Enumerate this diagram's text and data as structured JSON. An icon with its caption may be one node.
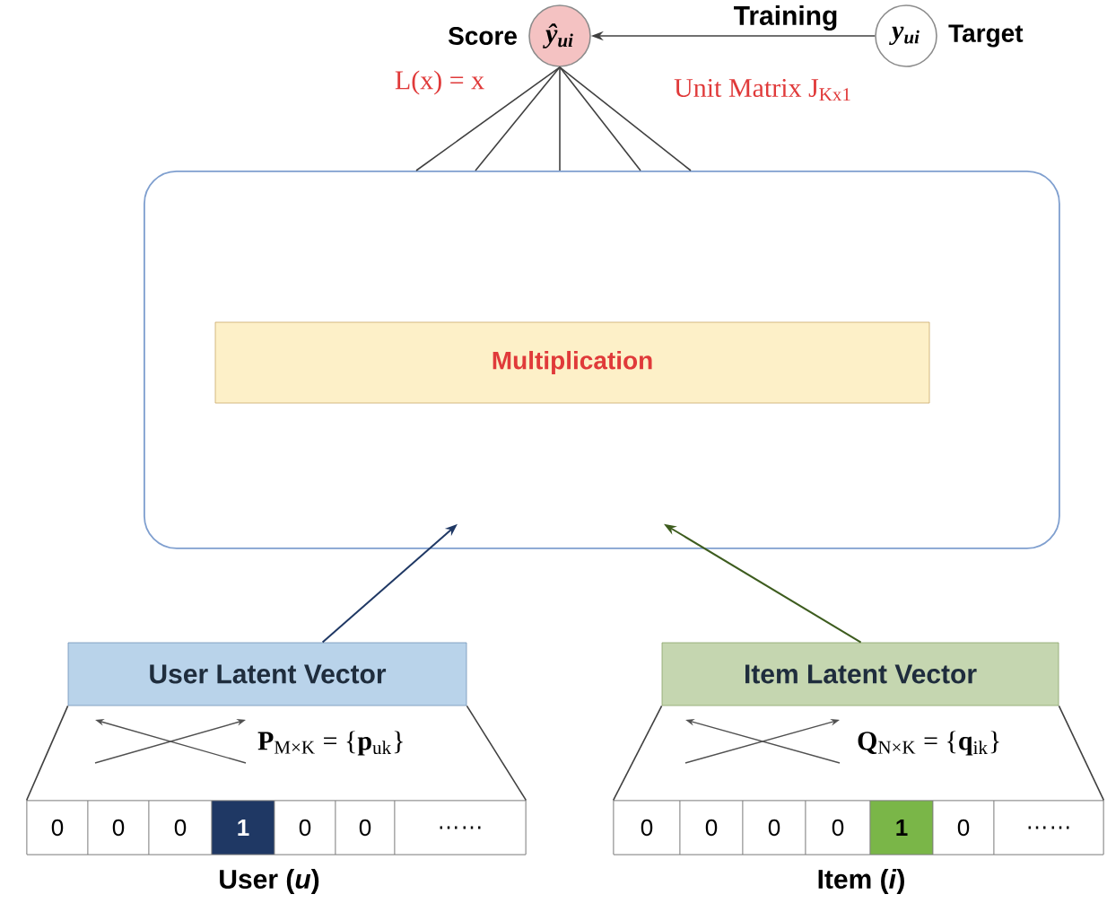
{
  "diagram": {
    "nodes": [
      {
        "text": [
          "ŷ$_{ui}$"
        ],
        "beside": [
          "Score"
        ]
      },
      {
        "text": [
          "y$_{ui}$"
        ],
        "beside": [
          "Target"
        ]
      },
      {
        "text": [],
        "shape": "box"
      },
      {
        "text": [
          "Multiplication"
        ],
        "in": 2
      },
      {
        "text": [
          "User Latent Vector"
        ]
      },
      {
        "text": [
          "Item Latent Vector"
        ]
      },
      {
        "text": [
          "0",
          "0",
          "0",
          "1",
          "0",
          "0",
          "……"
        ],
        "beside": [
          "User (*u*)"
        ]
      },
      {
        "text": [
          "0",
          "0",
          "0",
          "0",
          "1",
          "0",
          "……"
        ],
        "beside": [
          "Item (*i*)"
        ]
      }
    ],
    "edges": [
      {
        "from": 1,
        "to": 0,
        "arrow": "to",
        "label": "Training"
      },
      {
        "from": 0,
        "to": 2,
        "arrow": "none"
      },
      {
        "from": 0,
        "to": 2,
        "arrow": "none"
      },
      {
        "from": 0,
        "to": 2,
        "arrow": "none"
      },
      {
        "from": 0,
        "to": 2,
        "arrow": "none"
      },
      {
        "from": 0,
        "to": 2,
        "arrow": "none"
      },
      {
        "from": 4,
        "to": 2,
        "arrow": "to",
        "color": "#1f3864"
      },
      {
        "from": 5,
        "to": 2,
        "arrow": "to",
        "color": "#3d5c1e"
      },
      {
        "from": 6,
        "to": 4,
        "arrow": "none"
      },
      {
        "from": 6,
        "to": 4,
        "arrow": "none"
      },
      {
        "from": 7,
        "to": 5,
        "arrow": "none"
      },
      {
        "from": 7,
        "to": 5,
        "arrow": "none"
      }
    ],
    "labels": [
      "L(x) = x",
      "Unit Matrix J$_{Kx1}$",
      "**P**$_{M×K}$ = {**p**$_{uk}$}",
      "**Q**$_{N×K}$ = {**q**$_{ik}$}"
    ]
  }
}
